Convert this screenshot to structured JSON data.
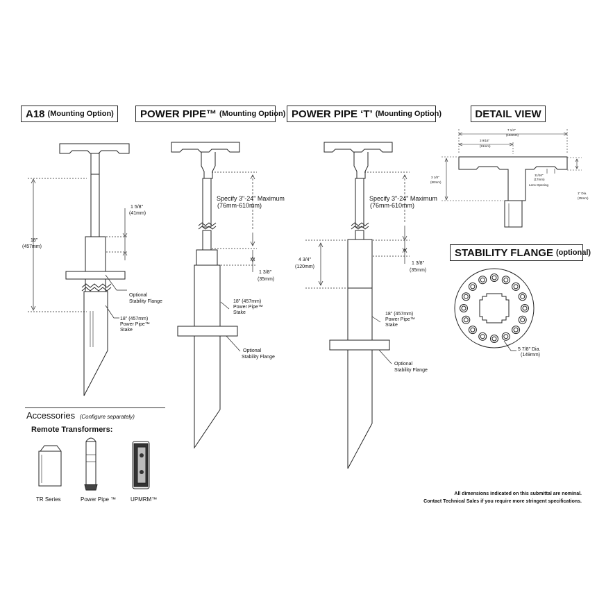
{
  "titles": {
    "a18": {
      "main": "A18",
      "sub": "(Mounting Option)"
    },
    "power_pipe": {
      "main": "POWER PIPE™",
      "sub": "(Mounting Option)"
    },
    "power_pipe_t": {
      "main": "POWER PIPE ‘T’",
      "sub": "(Mounting Option)"
    },
    "detail_view": {
      "main": "DETAIL VIEW"
    },
    "stability_flange": {
      "main": "STABILITY FLANGE",
      "sub": "(optional)"
    }
  },
  "a18": {
    "dim_top_in": "1 5/8\"",
    "dim_top_mm": "(41mm)",
    "dim_len_in": "18\"",
    "dim_len_mm": "(457mm)",
    "flange_label_1": "Optional",
    "flange_label_2": "Stability Flange",
    "stake_label_1": "18\" (457mm)",
    "stake_label_2": "Power Pipe™",
    "stake_label_3": "Stake"
  },
  "power_pipe": {
    "specify_1": "Specify 3\"-24\" Maximum",
    "specify_2": "(76mm-610mm)",
    "dim_in": "1 3/8\"",
    "dim_mm": "(35mm)",
    "stake_label_1": "18\" (457mm)",
    "stake_label_2": "Power Pipe™",
    "stake_label_3": "Stake",
    "flange_label_1": "Optional",
    "flange_label_2": "Stability Flange"
  },
  "power_pipe_t": {
    "specify_1": "Specify 3\"-24\" Maximum",
    "specify_2": "(76mm-610mm)",
    "dim_left_in": "4 3/4\"",
    "dim_left_mm": "(120mm)",
    "dim_in": "1 3/8\"",
    "dim_mm": "(35mm)",
    "stake_label_1": "18\" (457mm)",
    "stake_label_2": "Power Pipe™",
    "stake_label_3": "Stake",
    "flange_label_1": "Optional",
    "flange_label_2": "Stability Flange"
  },
  "detail_view": {
    "width_in": "7 1/4\"",
    "width_mm": "(184mm)",
    "half_in": "3 9/16\"",
    "half_mm": "(91mm)",
    "height_in": "3 1/8\"",
    "height_mm": "(80mm)",
    "lens_in": "11/16\"",
    "lens_mm": "(17mm)",
    "lens_label": "Lens Opening",
    "dia_in": "1\" Dia.",
    "dia_mm": "(25mm)"
  },
  "stability_flange": {
    "dia_in": "5 7/8\" Dia.",
    "dia_mm": "(149mm)",
    "hole_count": 16
  },
  "accessories": {
    "title": "Accessories",
    "subtitle": "(Configure separately)",
    "remote_title": "Remote Transformers:",
    "items": [
      "TR Series",
      "Power Pipe ™",
      "UPMRM™"
    ]
  },
  "disclaimer": {
    "line1": "All dimensions indicated on this submittal are nominal.",
    "line2": "Contact Technical Sales if you require more stringent specifications."
  }
}
